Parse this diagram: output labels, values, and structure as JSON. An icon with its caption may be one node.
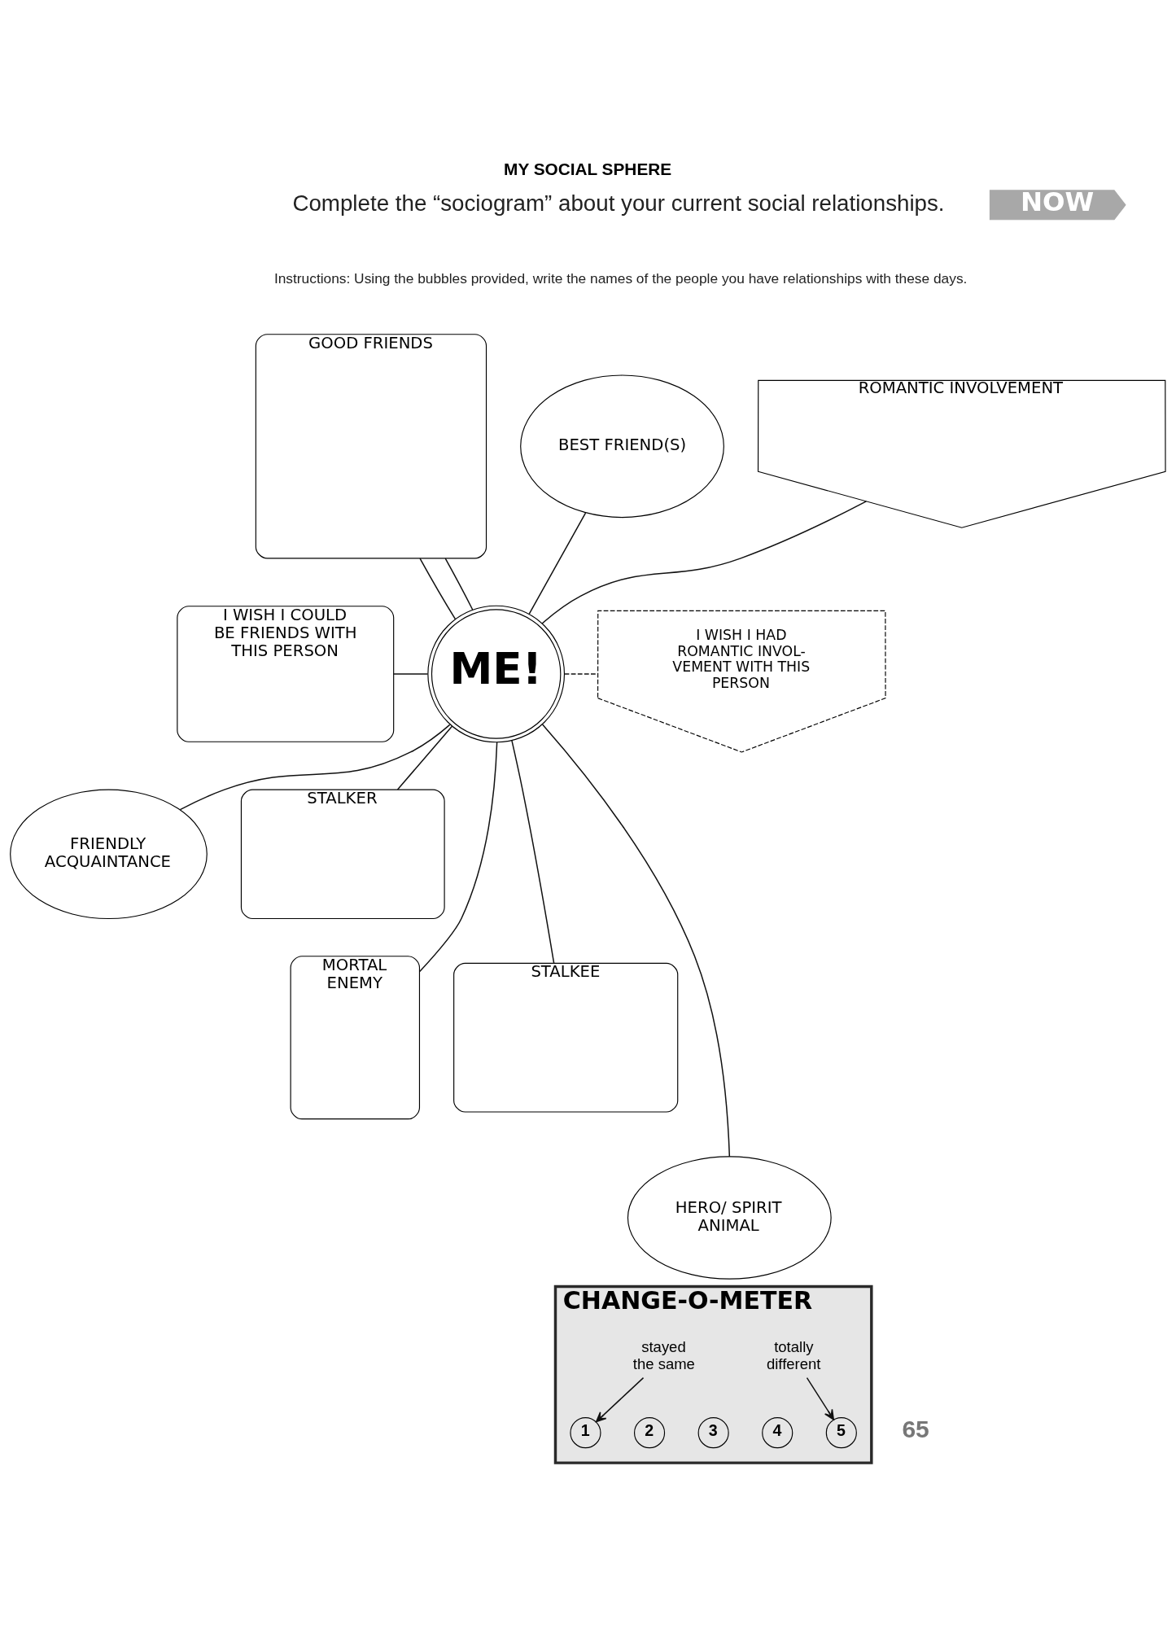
{
  "diagram": {
    "title": "MY SOCIAL SPHERE",
    "nodes": [
      {
        "text": [
          "NOW"
        ]
      },
      {
        "text": [
          "BEST FRIEND(S)"
        ]
      },
      {
        "text": [
          "GOOD FRIENDS"
        ]
      },
      {
        "text": [
          "ROMANTIC INVOLVEMENT"
        ]
      },
      {
        "text": [
          "I WISH I HAD ROMANTIC INVOL- VEMENT WITH THIS PERSON"
        ]
      },
      {
        "text": [
          "ME!"
        ]
      },
      {
        "text": [
          "I WISH I COULD BE FRIENDS WITH THIS PERSON"
        ]
      },
      {
        "text": [
          "STALKER"
        ]
      },
      {
        "text": [
          "FRIENDLY ACQUAINTANCE"
        ]
      },
      {
        "text": [
          "STALKEE"
        ]
      },
      {
        "text": [
          "MORTAL ENEMY"
        ]
      },
      {
        "text": [
          "HERO/ SPIRIT ANIMAL"
        ]
      },
      {
        "text": [
          "CHANGE-O-METER"
        ]
      },
      {
        "text": [
          "stayed the same"
        ],
        "in": 12
      },
      {
        "text": [
          "1"
        ],
        "in": 12
      },
      {
        "text": [
          "2"
        ],
        "in": 12
      },
      {
        "text": [
          "3"
        ],
        "in": 12
      },
      {
        "text": [
          "4"
        ],
        "in": 12
      },
      {
        "text": [
          "5"
        ],
        "in": 12
      },
      {
        "text": [
          "totally different"
        ],
        "in": 12
      }
    ],
    "edges": [
      {
        "from": 2,
        "to": 5,
        "arrow": "none"
      },
      {
        "from": 2,
        "to": 5,
        "arrow": "none"
      },
      {
        "from": 1,
        "to": 5,
        "arrow": "none"
      },
      {
        "from": 3,
        "to": 5,
        "arrow": "none"
      },
      {
        "from": 6,
        "to": 5,
        "arrow": "none"
      },
      {
        "from": 5,
        "to": 4,
        "arrow": "none",
        "style": "dashed"
      },
      {
        "from": 5,
        "to": 10,
        "arrow": "none"
      },
      {
        "from": 5,
        "to": 8,
        "arrow": "none"
      },
      {
        "from": 5,
        "to": 11,
        "arrow": "none"
      },
      {
        "from": 5,
        "to": 9,
        "arrow": "none"
      },
      {
        "from": 5,
        "to": 7,
        "arrow": "none"
      },
      {
        "from": 13,
        "to": 14,
        "arrow": "to"
      },
      {
        "from": 19,
        "to": 18,
        "arrow": "to"
      }
    ],
    "labels": [
      "Complete the “sociogram” about your current social relationships.",
      "Instructions: Using the bubbles provided, write the names of the people you have relationships with these days.",
      "65"
    ]
  }
}
